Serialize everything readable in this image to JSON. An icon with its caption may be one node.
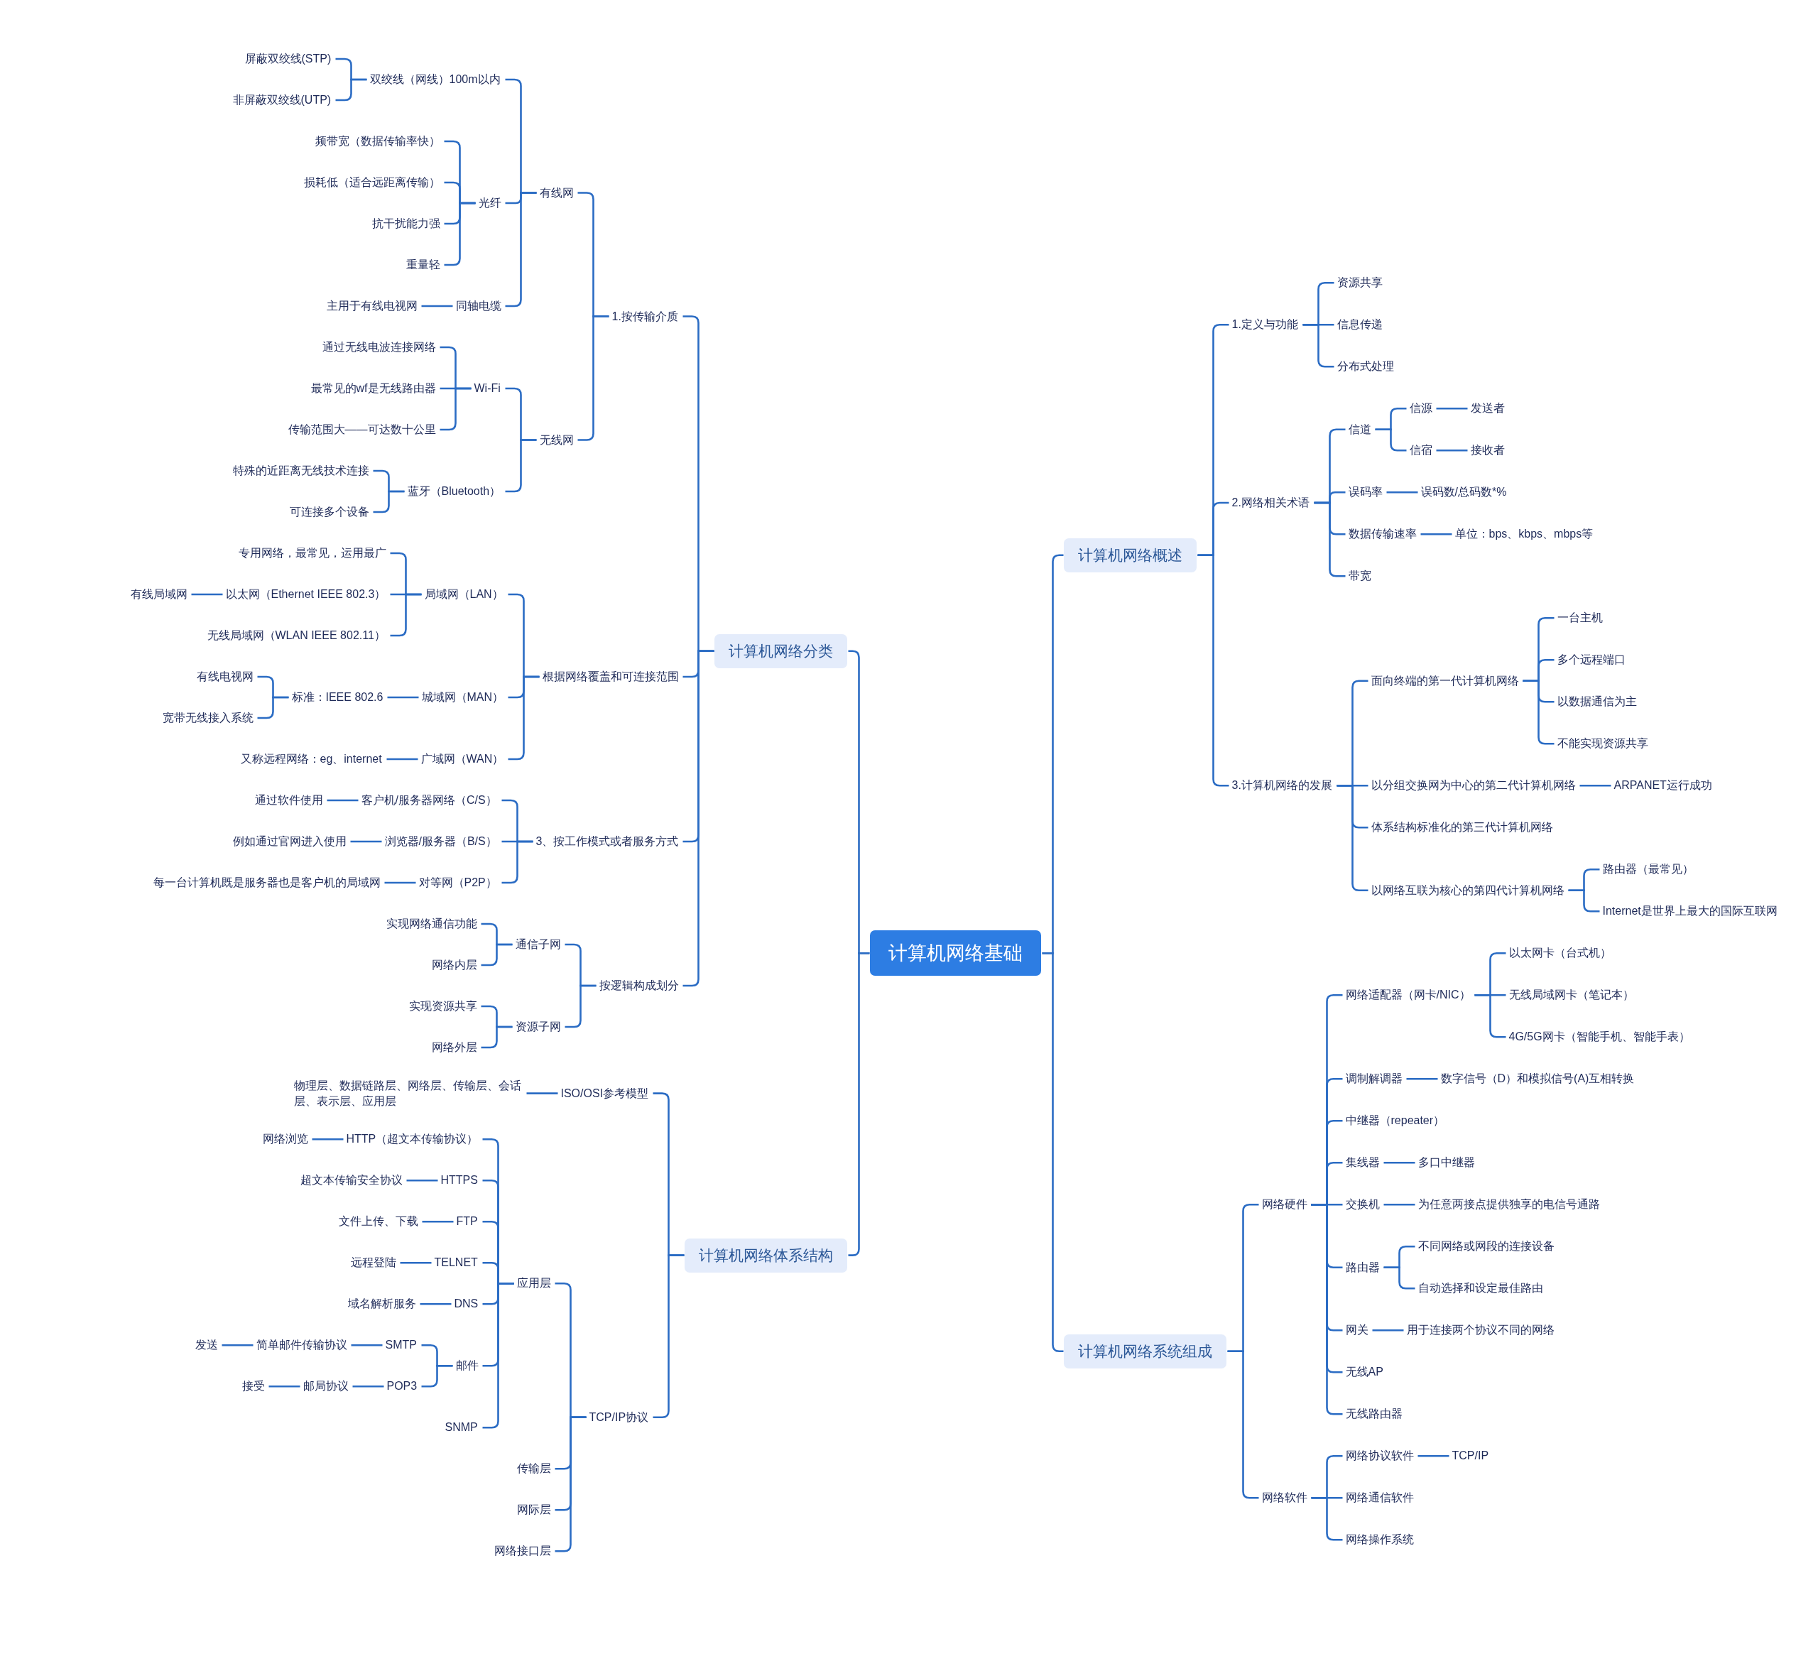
{
  "diagram": {
    "nodes": [
      {
        "text": [
          "计算机网络基础"
        ]
      },
      {
        "text": [
          "计算机网络分类"
        ]
      },
      {
        "text": [
          "1.按传输介质"
        ]
      },
      {
        "text": [
          "有线网"
        ]
      },
      {
        "text": [
          "双绞线（网线）100m以内"
        ]
      },
      {
        "text": [
          "屏蔽双绞线(STP)"
        ]
      },
      {
        "text": [
          "非屏蔽双绞线(UTP)"
        ]
      },
      {
        "text": [
          "光纤"
        ]
      },
      {
        "text": [
          "频带宽（数据传输率快）"
        ]
      },
      {
        "text": [
          "损耗低（适合远距离传输）"
        ]
      },
      {
        "text": [
          "抗干扰能力强"
        ]
      },
      {
        "text": [
          "重量轻"
        ]
      },
      {
        "text": [
          "同轴电缆"
        ]
      },
      {
        "text": [
          "主用于有线电视网"
        ]
      },
      {
        "text": [
          "无线网"
        ]
      },
      {
        "text": [
          "Wi-Fi"
        ]
      },
      {
        "text": [
          "通过无线电波连接网络"
        ]
      },
      {
        "text": [
          "最常见的wf是无线路由器"
        ]
      },
      {
        "text": [
          "传输范围大——可达数十公里"
        ]
      },
      {
        "text": [
          "蓝牙（Bluetooth）"
        ]
      },
      {
        "text": [
          "特殊的近距离无线技术连接"
        ]
      },
      {
        "text": [
          "可连接多个设备"
        ]
      },
      {
        "text": [
          "根据网络覆盖和可连接范围"
        ]
      },
      {
        "text": [
          "局域网（LAN）"
        ]
      },
      {
        "text": [
          "专用网络，最常见，运用最广"
        ]
      },
      {
        "text": [
          "以太网（Ethernet IEEE 802.3）"
        ]
      },
      {
        "text": [
          "有线局域网"
        ]
      },
      {
        "text": [
          "无线局域网（WLAN IEEE 802.11）"
        ]
      },
      {
        "text": [
          "城域网（MAN）"
        ]
      },
      {
        "text": [
          "标准：IEEE 802.6"
        ]
      },
      {
        "text": [
          "有线电视网"
        ]
      },
      {
        "text": [
          "宽带无线接入系统"
        ]
      },
      {
        "text": [
          "广域网（WAN）"
        ]
      },
      {
        "text": [
          "又称远程网络：eg、internet"
        ]
      },
      {
        "text": [
          "3、按工作模式或者服务方式"
        ]
      },
      {
        "text": [
          "客户机/服务器网络（C/S）"
        ]
      },
      {
        "text": [
          "通过软件使用"
        ]
      },
      {
        "text": [
          "浏览器/服务器（B/S）"
        ]
      },
      {
        "text": [
          "例如通过官网进入使用"
        ]
      },
      {
        "text": [
          "对等网（P2P）"
        ]
      },
      {
        "text": [
          "每一台计算机既是服务器也是客户机的局域网"
        ]
      },
      {
        "text": [
          "按逻辑构成划分"
        ]
      },
      {
        "text": [
          "通信子网"
        ]
      },
      {
        "text": [
          "实现网络通信功能"
        ]
      },
      {
        "text": [
          "网络内层"
        ]
      },
      {
        "text": [
          "资源子网"
        ]
      },
      {
        "text": [
          "实现资源共享"
        ]
      },
      {
        "text": [
          "网络外层"
        ]
      },
      {
        "text": [
          "计算机网络体系结构"
        ]
      },
      {
        "text": [
          "ISO/OSI参考模型"
        ]
      },
      {
        "text": [
          "物理层、数据链路层、网络层、传输层、会话层、表示层、应用层"
        ]
      },
      {
        "text": [
          "TCP/IP协议"
        ]
      },
      {
        "text": [
          "应用层"
        ]
      },
      {
        "text": [
          "HTTP（超文本传输协议）"
        ]
      },
      {
        "text": [
          "网络浏览"
        ]
      },
      {
        "text": [
          "HTTPS"
        ]
      },
      {
        "text": [
          "超文本传输安全协议"
        ]
      },
      {
        "text": [
          "FTP"
        ]
      },
      {
        "text": [
          "文件上传、下载"
        ]
      },
      {
        "text": [
          "TELNET"
        ]
      },
      {
        "text": [
          "远程登陆"
        ]
      },
      {
        "text": [
          "DNS"
        ]
      },
      {
        "text": [
          "域名解析服务"
        ]
      },
      {
        "text": [
          "邮件"
        ]
      },
      {
        "text": [
          "SMTP"
        ]
      },
      {
        "text": [
          "简单邮件传输协议"
        ]
      },
      {
        "text": [
          "发送"
        ]
      },
      {
        "text": [
          "POP3"
        ]
      },
      {
        "text": [
          "邮局协议"
        ]
      },
      {
        "text": [
          "接受"
        ]
      },
      {
        "text": [
          "SNMP"
        ]
      },
      {
        "text": [
          "传输层"
        ]
      },
      {
        "text": [
          "网际层"
        ]
      },
      {
        "text": [
          "网络接口层"
        ]
      },
      {
        "text": [
          "计算机网络概述"
        ]
      },
      {
        "text": [
          "1.定义与功能"
        ]
      },
      {
        "text": [
          "资源共享"
        ]
      },
      {
        "text": [
          "信息传递"
        ]
      },
      {
        "text": [
          "分布式处理"
        ]
      },
      {
        "text": [
          "2.网络相关术语"
        ]
      },
      {
        "text": [
          "信道"
        ]
      },
      {
        "text": [
          "信源"
        ]
      },
      {
        "text": [
          "发送者"
        ]
      },
      {
        "text": [
          "信宿"
        ]
      },
      {
        "text": [
          "接收者"
        ]
      },
      {
        "text": [
          "误码率"
        ]
      },
      {
        "text": [
          "误码数/总码数*%"
        ]
      },
      {
        "text": [
          "数据传输速率"
        ]
      },
      {
        "text": [
          "单位：bps、kbps、mbps等"
        ]
      },
      {
        "text": [
          "带宽"
        ]
      },
      {
        "text": [
          "3.计算机网络的发展"
        ]
      },
      {
        "text": [
          "面向终端的第一代计算机网络"
        ]
      },
      {
        "text": [
          "一台主机"
        ]
      },
      {
        "text": [
          "多个远程端口"
        ]
      },
      {
        "text": [
          "以数据通信为主"
        ]
      },
      {
        "text": [
          "不能实现资源共享"
        ]
      },
      {
        "text": [
          "以分组交换网为中心的第二代计算机网络"
        ]
      },
      {
        "text": [
          "ARPANET运行成功"
        ]
      },
      {
        "text": [
          "体系结构标准化的第三代计算机网络"
        ]
      },
      {
        "text": [
          "以网络互联为核心的第四代计算机网络"
        ]
      },
      {
        "text": [
          "路由器（最常见）"
        ]
      },
      {
        "text": [
          "Internet是世界上最大的国际互联网"
        ]
      },
      {
        "text": [
          "计算机网络系统组成"
        ]
      },
      {
        "text": [
          "网络硬件"
        ]
      },
      {
        "text": [
          "网络适配器（网卡/NIC）"
        ]
      },
      {
        "text": [
          "以太网卡（台式机）"
        ]
      },
      {
        "text": [
          "无线局域网卡（笔记本）"
        ]
      },
      {
        "text": [
          "4G/5G网卡（智能手机、智能手表）"
        ]
      },
      {
        "text": [
          "调制解调器"
        ]
      },
      {
        "text": [
          "数字信号（D）和模拟信号(A)互相转换"
        ]
      },
      {
        "text": [
          "中继器（repeater）"
        ]
      },
      {
        "text": [
          "集线器"
        ]
      },
      {
        "text": [
          "多口中继器"
        ]
      },
      {
        "text": [
          "交换机"
        ]
      },
      {
        "text": [
          "为任意两接点提供独享的电信号通路"
        ]
      },
      {
        "text": [
          "路由器"
        ]
      },
      {
        "text": [
          "不同网络或网段的连接设备"
        ]
      },
      {
        "text": [
          "自动选择和设定最佳路由"
        ]
      },
      {
        "text": [
          "网关"
        ]
      },
      {
        "text": [
          "用于连接两个协议不同的网络"
        ]
      },
      {
        "text": [
          "无线AP"
        ]
      },
      {
        "text": [
          "无线路由器"
        ]
      },
      {
        "text": [
          "网络软件"
        ]
      },
      {
        "text": [
          "网络协议软件"
        ]
      },
      {
        "text": [
          "TCP/IP"
        ]
      },
      {
        "text": [
          "网络通信软件"
        ]
      },
      {
        "text": [
          "网络操作系统"
        ]
      }
    ],
    "edges": [
      {
        "from": 0,
        "to": 1,
        "arrow": "none"
      },
      {
        "from": 1,
        "to": 2,
        "arrow": "none"
      },
      {
        "from": 2,
        "to": 3,
        "arrow": "none"
      },
      {
        "from": 3,
        "to": 4,
        "arrow": "none"
      },
      {
        "from": 4,
        "to": 5,
        "arrow": "none"
      },
      {
        "from": 4,
        "to": 6,
        "arrow": "none"
      },
      {
        "from": 3,
        "to": 7,
        "arrow": "none"
      },
      {
        "from": 7,
        "to": 8,
        "arrow": "none"
      },
      {
        "from": 7,
        "to": 9,
        "arrow": "none"
      },
      {
        "from": 7,
        "to": 10,
        "arrow": "none"
      },
      {
        "from": 7,
        "to": 11,
        "arrow": "none"
      },
      {
        "from": 3,
        "to": 12,
        "arrow": "none"
      },
      {
        "from": 12,
        "to": 13,
        "arrow": "none"
      },
      {
        "from": 2,
        "to": 14,
        "arrow": "none"
      },
      {
        "from": 14,
        "to": 15,
        "arrow": "none"
      },
      {
        "from": 15,
        "to": 16,
        "arrow": "none"
      },
      {
        "from": 15,
        "to": 17,
        "arrow": "none"
      },
      {
        "from": 15,
        "to": 18,
        "arrow": "none"
      },
      {
        "from": 14,
        "to": 19,
        "arrow": "none"
      },
      {
        "from": 19,
        "to": 20,
        "arrow": "none"
      },
      {
        "from": 19,
        "to": 21,
        "arrow": "none"
      },
      {
        "from": 1,
        "to": 22,
        "arrow": "none"
      },
      {
        "from": 22,
        "to": 23,
        "arrow": "none"
      },
      {
        "from": 23,
        "to": 24,
        "arrow": "none"
      },
      {
        "from": 23,
        "to": 25,
        "arrow": "none"
      },
      {
        "from": 25,
        "to": 26,
        "arrow": "none"
      },
      {
        "from": 23,
        "to": 27,
        "arrow": "none"
      },
      {
        "from": 22,
        "to": 28,
        "arrow": "none"
      },
      {
        "from": 28,
        "to": 29,
        "arrow": "none"
      },
      {
        "from": 29,
        "to": 30,
        "arrow": "none"
      },
      {
        "from": 29,
        "to": 31,
        "arrow": "none"
      },
      {
        "from": 22,
        "to": 32,
        "arrow": "none"
      },
      {
        "from": 32,
        "to": 33,
        "arrow": "none"
      },
      {
        "from": 1,
        "to": 34,
        "arrow": "none"
      },
      {
        "from": 34,
        "to": 35,
        "arrow": "none"
      },
      {
        "from": 35,
        "to": 36,
        "arrow": "none"
      },
      {
        "from": 34,
        "to": 37,
        "arrow": "none"
      },
      {
        "from": 37,
        "to": 38,
        "arrow": "none"
      },
      {
        "from": 34,
        "to": 39,
        "arrow": "none"
      },
      {
        "from": 39,
        "to": 40,
        "arrow": "none"
      },
      {
        "from": 1,
        "to": 41,
        "arrow": "none"
      },
      {
        "from": 41,
        "to": 42,
        "arrow": "none"
      },
      {
        "from": 42,
        "to": 43,
        "arrow": "none"
      },
      {
        "from": 42,
        "to": 44,
        "arrow": "none"
      },
      {
        "from": 41,
        "to": 45,
        "arrow": "none"
      },
      {
        "from": 45,
        "to": 46,
        "arrow": "none"
      },
      {
        "from": 45,
        "to": 47,
        "arrow": "none"
      },
      {
        "from": 0,
        "to": 48,
        "arrow": "none"
      },
      {
        "from": 48,
        "to": 49,
        "arrow": "none"
      },
      {
        "from": 49,
        "to": 50,
        "arrow": "none"
      },
      {
        "from": 48,
        "to": 51,
        "arrow": "none"
      },
      {
        "from": 51,
        "to": 52,
        "arrow": "none"
      },
      {
        "from": 52,
        "to": 53,
        "arrow": "none"
      },
      {
        "from": 53,
        "to": 54,
        "arrow": "none"
      },
      {
        "from": 52,
        "to": 55,
        "arrow": "none"
      },
      {
        "from": 55,
        "to": 56,
        "arrow": "none"
      },
      {
        "from": 52,
        "to": 57,
        "arrow": "none"
      },
      {
        "from": 57,
        "to": 58,
        "arrow": "none"
      },
      {
        "from": 52,
        "to": 59,
        "arrow": "none"
      },
      {
        "from": 59,
        "to": 60,
        "arrow": "none"
      },
      {
        "from": 52,
        "to": 61,
        "arrow": "none"
      },
      {
        "from": 61,
        "to": 62,
        "arrow": "none"
      },
      {
        "from": 52,
        "to": 63,
        "arrow": "none"
      },
      {
        "from": 63,
        "to": 64,
        "arrow": "none"
      },
      {
        "from": 64,
        "to": 65,
        "arrow": "none"
      },
      {
        "from": 65,
        "to": 66,
        "arrow": "none"
      },
      {
        "from": 63,
        "to": 67,
        "arrow": "none"
      },
      {
        "from": 67,
        "to": 68,
        "arrow": "none"
      },
      {
        "from": 68,
        "to": 69,
        "arrow": "none"
      },
      {
        "from": 52,
        "to": 70,
        "arrow": "none"
      },
      {
        "from": 51,
        "to": 71,
        "arrow": "none"
      },
      {
        "from": 51,
        "to": 72,
        "arrow": "none"
      },
      {
        "from": 51,
        "to": 73,
        "arrow": "none"
      },
      {
        "from": 0,
        "to": 74,
        "arrow": "none"
      },
      {
        "from": 74,
        "to": 75,
        "arrow": "none"
      },
      {
        "from": 75,
        "to": 76,
        "arrow": "none"
      },
      {
        "from": 75,
        "to": 77,
        "arrow": "none"
      },
      {
        "from": 75,
        "to": 78,
        "arrow": "none"
      },
      {
        "from": 74,
        "to": 79,
        "arrow": "none"
      },
      {
        "from": 79,
        "to": 80,
        "arrow": "none"
      },
      {
        "from": 80,
        "to": 81,
        "arrow": "none"
      },
      {
        "from": 81,
        "to": 82,
        "arrow": "none"
      },
      {
        "from": 80,
        "to": 83,
        "arrow": "none"
      },
      {
        "from": 83,
        "to": 84,
        "arrow": "none"
      },
      {
        "from": 79,
        "to": 85,
        "arrow": "none"
      },
      {
        "from": 85,
        "to": 86,
        "arrow": "none"
      },
      {
        "from": 79,
        "to": 87,
        "arrow": "none"
      },
      {
        "from": 87,
        "to": 88,
        "arrow": "none"
      },
      {
        "from": 79,
        "to": 89,
        "arrow": "none"
      },
      {
        "from": 74,
        "to": 90,
        "arrow": "none"
      },
      {
        "from": 90,
        "to": 91,
        "arrow": "none"
      },
      {
        "from": 91,
        "to": 92,
        "arrow": "none"
      },
      {
        "from": 91,
        "to": 93,
        "arrow": "none"
      },
      {
        "from": 91,
        "to": 94,
        "arrow": "none"
      },
      {
        "from": 91,
        "to": 95,
        "arrow": "none"
      },
      {
        "from": 90,
        "to": 96,
        "arrow": "none"
      },
      {
        "from": 96,
        "to": 97,
        "arrow": "none"
      },
      {
        "from": 90,
        "to": 98,
        "arrow": "none"
      },
      {
        "from": 90,
        "to": 99,
        "arrow": "none"
      },
      {
        "from": 99,
        "to": 100,
        "arrow": "none"
      },
      {
        "from": 99,
        "to": 101,
        "arrow": "none"
      },
      {
        "from": 0,
        "to": 102,
        "arrow": "none"
      },
      {
        "from": 102,
        "to": 103,
        "arrow": "none"
      },
      {
        "from": 103,
        "to": 104,
        "arrow": "none"
      },
      {
        "from": 104,
        "to": 105,
        "arrow": "none"
      },
      {
        "from": 104,
        "to": 106,
        "arrow": "none"
      },
      {
        "from": 104,
        "to": 107,
        "arrow": "none"
      },
      {
        "from": 103,
        "to": 108,
        "arrow": "none"
      },
      {
        "from": 108,
        "to": 109,
        "arrow": "none"
      },
      {
        "from": 103,
        "to": 110,
        "arrow": "none"
      },
      {
        "from": 103,
        "to": 111,
        "arrow": "none"
      },
      {
        "from": 111,
        "to": 112,
        "arrow": "none"
      },
      {
        "from": 103,
        "to": 113,
        "arrow": "none"
      },
      {
        "from": 113,
        "to": 114,
        "arrow": "none"
      },
      {
        "from": 103,
        "to": 115,
        "arrow": "none"
      },
      {
        "from": 115,
        "to": 116,
        "arrow": "none"
      },
      {
        "from": 115,
        "to": 117,
        "arrow": "none"
      },
      {
        "from": 103,
        "to": 118,
        "arrow": "none"
      },
      {
        "from": 118,
        "to": 119,
        "arrow": "none"
      },
      {
        "from": 103,
        "to": 120,
        "arrow": "none"
      },
      {
        "from": 103,
        "to": 121,
        "arrow": "none"
      },
      {
        "from": 102,
        "to": 122,
        "arrow": "none"
      },
      {
        "from": 122,
        "to": 123,
        "arrow": "none"
      },
      {
        "from": 123,
        "to": 124,
        "arrow": "none"
      },
      {
        "from": 122,
        "to": 125,
        "arrow": "none"
      },
      {
        "from": 122,
        "to": 126,
        "arrow": "none"
      }
    ]
  }
}
